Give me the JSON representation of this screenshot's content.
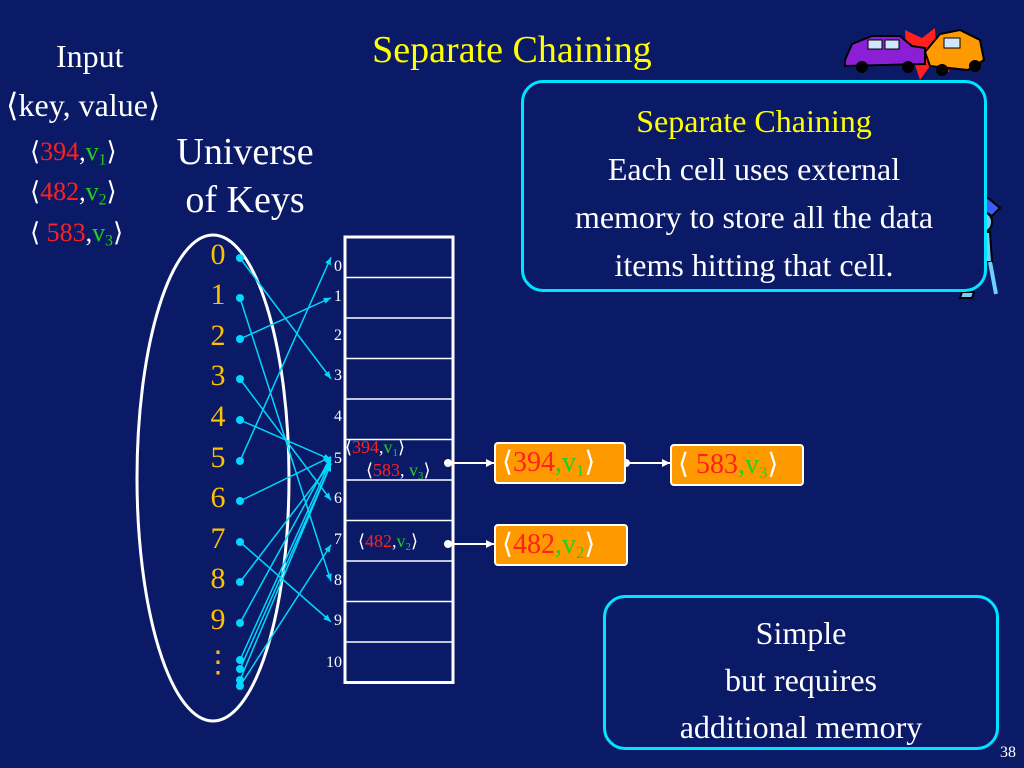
{
  "title": "Separate Chaining",
  "input": {
    "title": "Input",
    "header": "⟨key, value⟩",
    "pairs": [
      {
        "key": "394",
        "value": "v",
        "sub": "1"
      },
      {
        "key": "482",
        "value": "v",
        "sub": "2"
      },
      {
        "key": " 583",
        "value": "v",
        "sub": "3"
      }
    ]
  },
  "universe": {
    "line1": "Universe",
    "line2": "of Keys"
  },
  "keys": [
    "0",
    "1",
    "2",
    "3",
    "4",
    "5",
    "6",
    "7",
    "8",
    "9",
    "⋮"
  ],
  "table_indices": [
    "0",
    "1",
    "2",
    "3",
    "4",
    "5",
    "6",
    "7",
    "8",
    "9",
    "10"
  ],
  "cell5": [
    {
      "key": "394",
      "value": "v",
      "sub": "1"
    },
    {
      "key": "583",
      "value": "v",
      "sub": "3"
    }
  ],
  "cell7": {
    "key": "482",
    "value": "v",
    "sub": "2"
  },
  "chain_nodes": {
    "n394": {
      "key": "394",
      "value": "v",
      "sub": "1"
    },
    "n583": {
      "key": " 583",
      "value": "v",
      "sub": "3"
    },
    "n482": {
      "key": "482",
      "value": "v",
      "sub": "2"
    }
  },
  "info_box": {
    "heading": "Separate Chaining",
    "line1": "Each cell uses external",
    "line2": "memory to store all the data",
    "line3": "items hitting that cell."
  },
  "note_box": {
    "line1": "Simple",
    "line2": "but requires",
    "line3": "additional memory"
  },
  "page_number": "38",
  "colors": {
    "background": "#0b1a66",
    "title": "#ffff00",
    "key": "#ff2020",
    "value": "#20d020",
    "accent": "#00e5ff",
    "node": "#ff9900"
  },
  "icons": [
    "car-crash-icon",
    "juggler-figure-icon"
  ]
}
